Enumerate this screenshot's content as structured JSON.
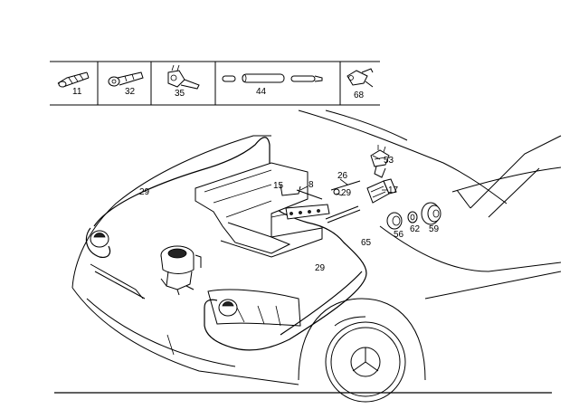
{
  "parts_row": [
    {
      "label": "11"
    },
    {
      "label": "32"
    },
    {
      "label": "35"
    },
    {
      "label": "44"
    },
    {
      "label": "68"
    }
  ],
  "callouts": {
    "c53": "53",
    "c26": "26",
    "c8": "8",
    "c15": "15",
    "c17": "17",
    "c29_upper": "29",
    "c29_left": "29",
    "c29_lower": "29",
    "c65": "65",
    "c56": "56",
    "c62": "62",
    "c59": "59"
  }
}
